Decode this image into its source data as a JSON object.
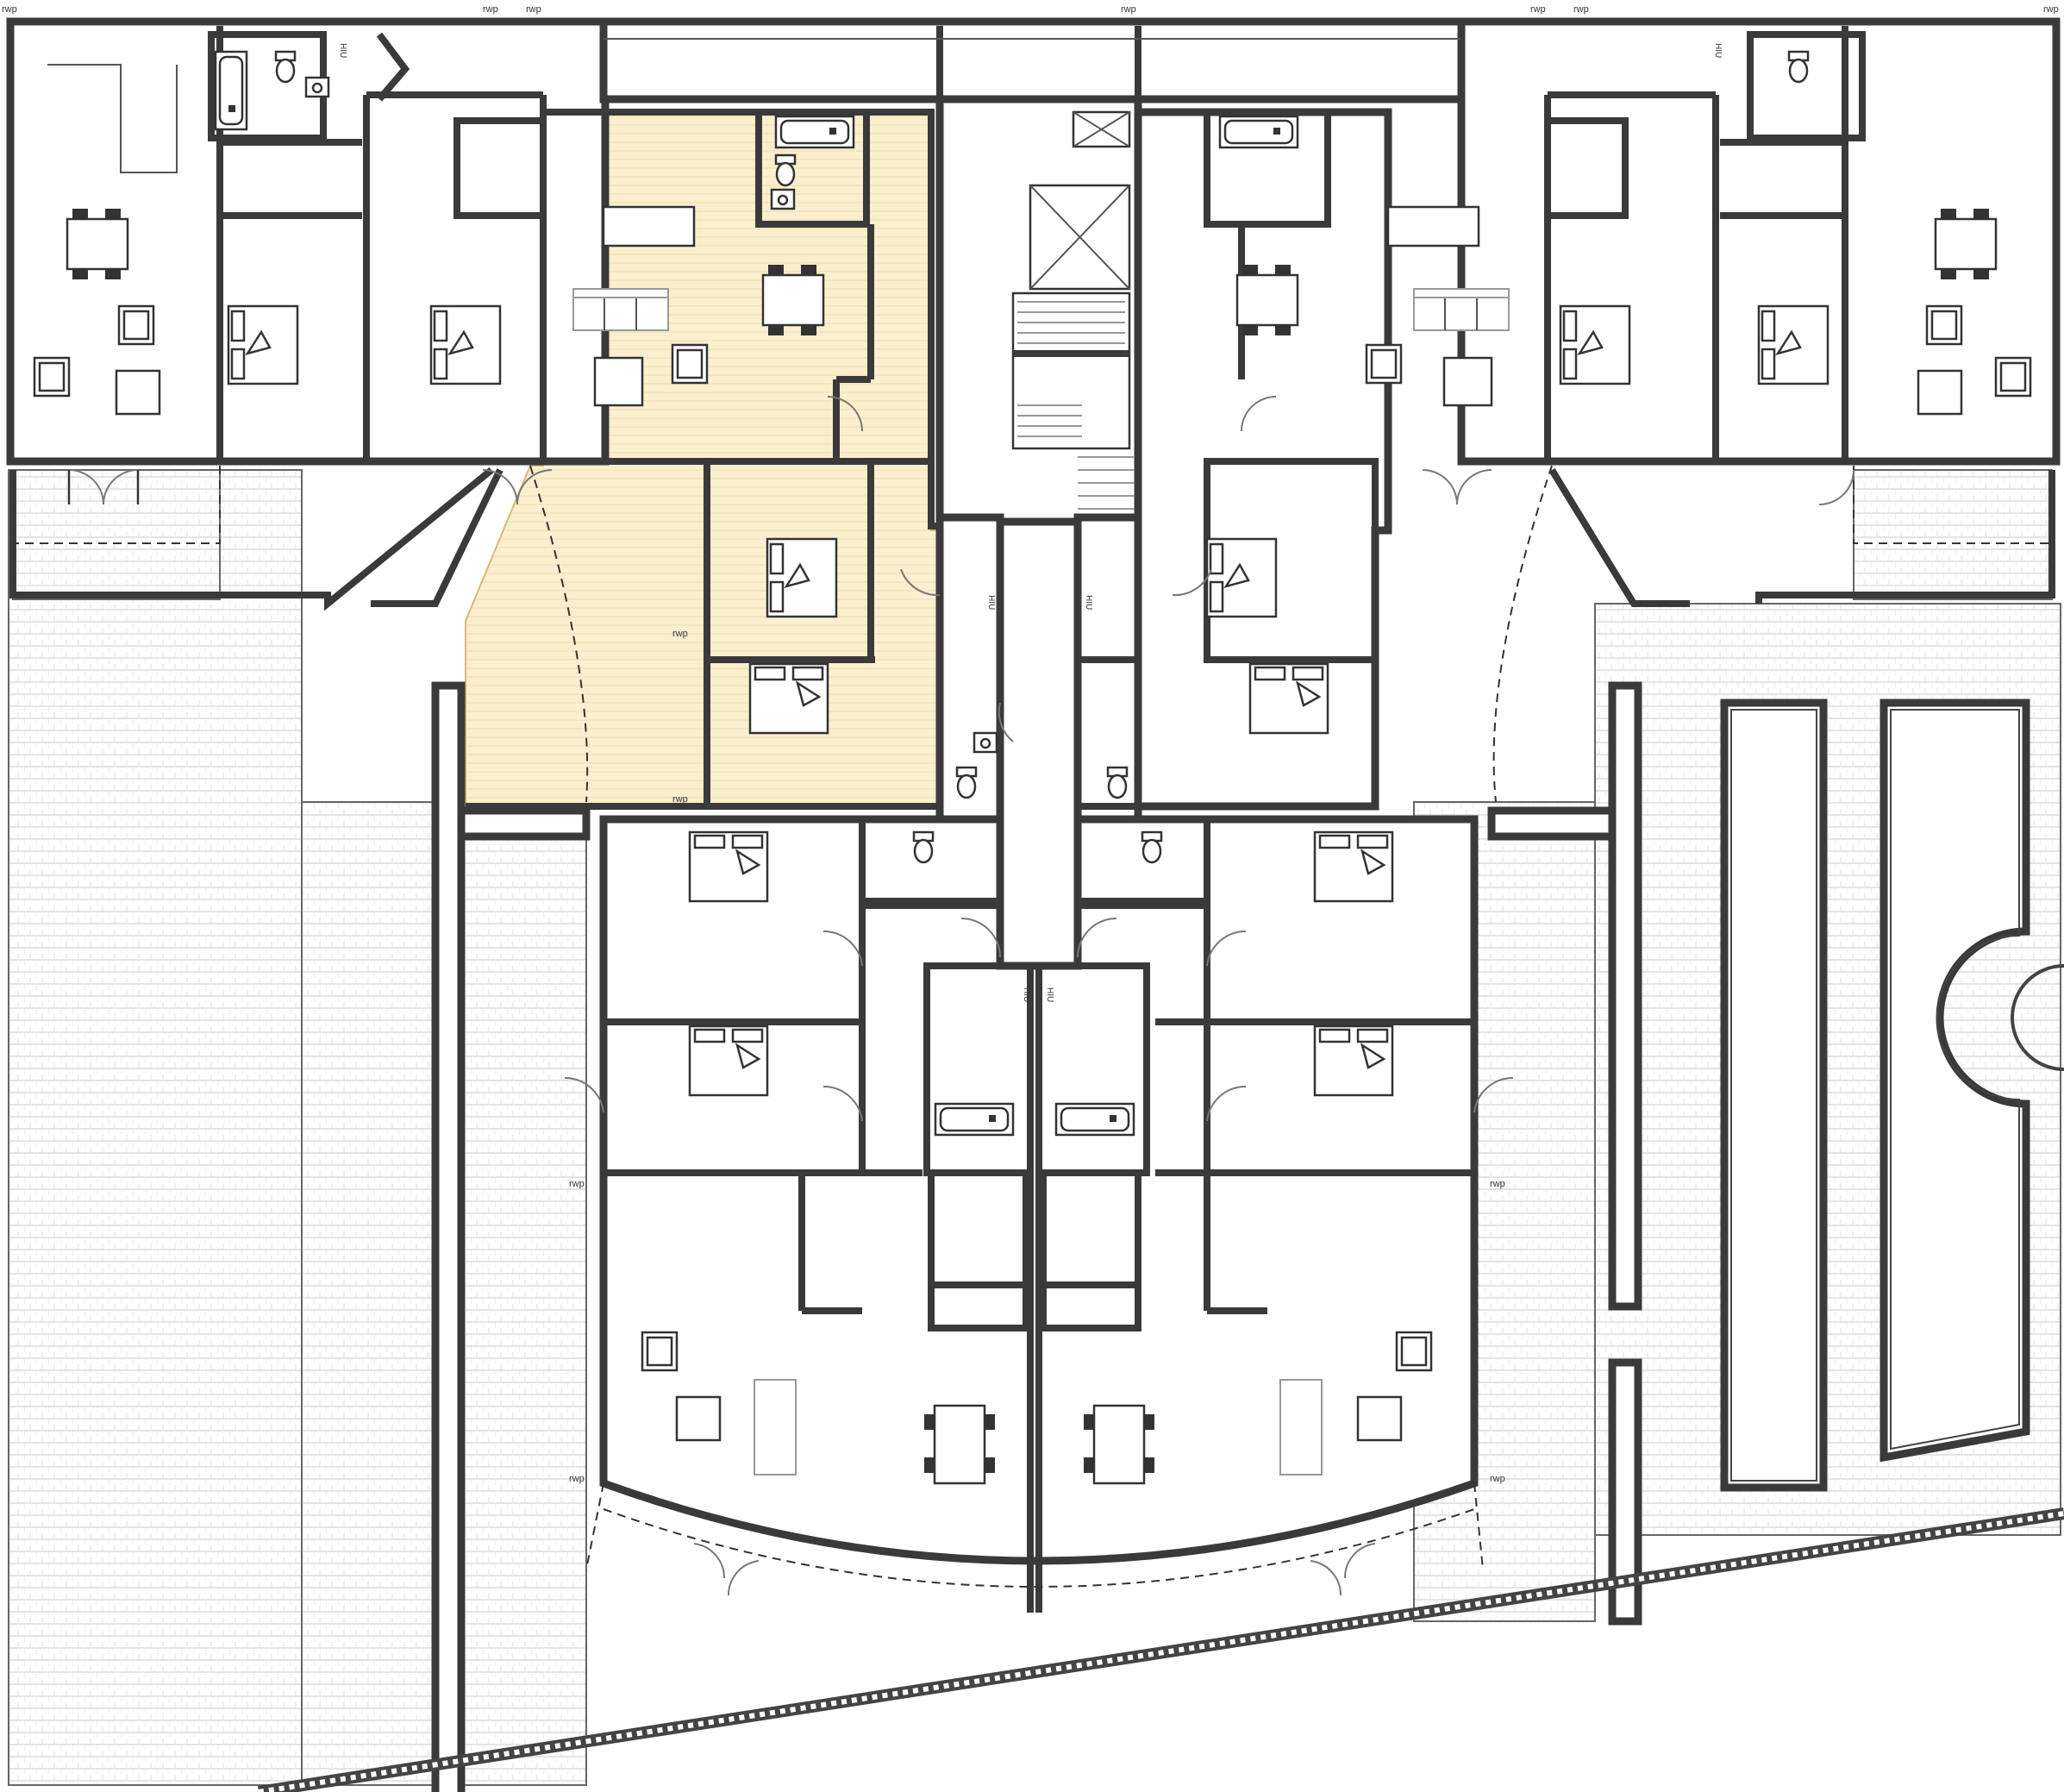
{
  "plan": {
    "rwp_label": "rwp",
    "hiu_label": "HIU",
    "colors": {
      "highlight": "#fbefcf",
      "highlight_stroke": "#d6b878",
      "wall": "#3a3a3a",
      "deck_line": "#cfcfcf",
      "background": "#ffffff"
    },
    "highlighted_unit": "two-bedroom flat, west wing",
    "icons": [
      "bed-icon",
      "sofa-icon",
      "armchair-icon",
      "dining-table-icon",
      "bathtub-icon",
      "toilet-icon",
      "basin-icon",
      "door-swing-icon",
      "lift-icon",
      "stair-icon"
    ]
  }
}
